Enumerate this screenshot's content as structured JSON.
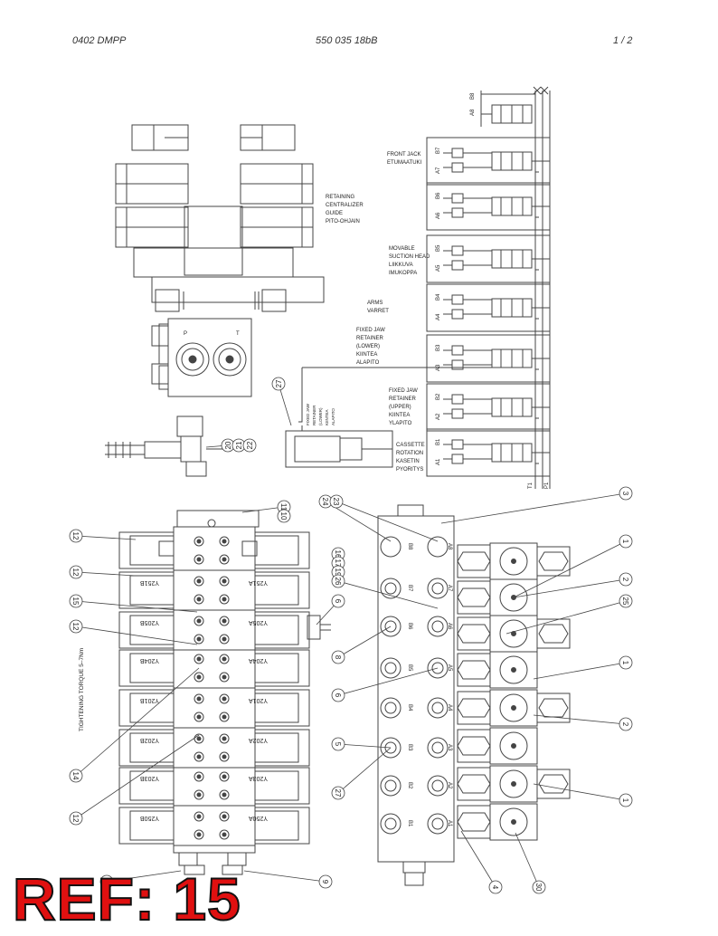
{
  "header": {
    "doc_code": "0402 DMPP",
    "part_number": "550 035 18bB",
    "page": "1 /   2"
  },
  "schematic": {
    "ports_top": [
      "A8",
      "B8"
    ],
    "groups": [
      {
        "lines": [
          "FRONT JACK",
          "ETUMAATUKI"
        ],
        "ports": [
          "A7",
          "B7"
        ]
      },
      {
        "lines": [
          "RETAINING",
          "CENTRALIZER",
          "GUIDE",
          "PITO-OHJAIN"
        ],
        "ports": [
          "A6",
          "B6"
        ]
      },
      {
        "lines": [
          "MOVABLE",
          "SUCTION HEAD",
          "LIIKKUVA",
          "IMUKOPPA"
        ],
        "ports": [
          "A5",
          "B5"
        ]
      },
      {
        "lines": [
          "ARMS",
          "VARRET"
        ],
        "ports": [
          "A4",
          "B4"
        ]
      },
      {
        "lines": [
          "FIXED JAW",
          "RETAINER",
          "(LOWER)",
          "KIINTEA",
          "ALAPITO"
        ],
        "ports": [
          "A3",
          "B3"
        ]
      },
      {
        "lines": [
          "FIXED JAW",
          "RETAINER",
          "(UPPER)",
          "KIINTEA",
          "YLAPITO"
        ],
        "ports": [
          "A2",
          "B2"
        ]
      },
      {
        "lines": [
          "CASSETTE",
          "ROTATION",
          "KASETIN",
          "PYORITYS"
        ],
        "ports": [
          "A1",
          "B1"
        ]
      }
    ],
    "cyl_label": [
      "FIXED JAW",
      "RETAINER",
      "(LOWER)",
      "KIINTEA",
      "ALAPITO"
    ],
    "tank": "T1",
    "pressure": "P1",
    "port_p": "P",
    "port_t": "T"
  },
  "callouts_top": [
    "27",
    "20",
    "21",
    "22"
  ],
  "left_view": {
    "torque_note": "TIGHTENING TORQUE 5–7Nm",
    "coils": [
      [
        "",
        ""
      ],
      [
        "Y251B",
        "Y251A"
      ],
      [
        "Y205B",
        "Y205A"
      ],
      [
        "Y204B",
        "Y204A"
      ],
      [
        "Y201B",
        "Y201A"
      ],
      [
        "Y202B",
        "Y202A"
      ],
      [
        "Y203B",
        "Y203A"
      ],
      [
        "Y250B",
        "Y250A"
      ]
    ],
    "callouts": [
      "12",
      "12",
      "15",
      "12",
      "14",
      "12",
      "11",
      "10",
      "6",
      "9",
      "1"
    ]
  },
  "right_view": {
    "ports": [
      [
        "B8",
        "A8"
      ],
      [
        "B7",
        "A7"
      ],
      [
        "B6",
        "A6"
      ],
      [
        "B5",
        "A5"
      ],
      [
        "B4",
        "A4"
      ],
      [
        "B3",
        "A3"
      ],
      [
        "B2",
        "A2"
      ],
      [
        "B1",
        "A1"
      ]
    ],
    "callouts": [
      "24",
      "23",
      "16",
      "17",
      "19",
      "26",
      "8",
      "6",
      "5",
      "27",
      "3",
      "1",
      "2",
      "25",
      "1",
      "2",
      "1",
      "4",
      "30"
    ]
  },
  "ref_badge": "REF: 15"
}
